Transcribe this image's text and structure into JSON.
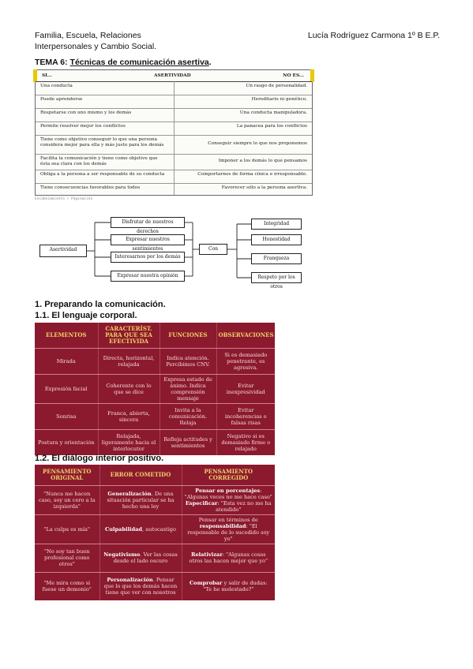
{
  "header": {
    "left_line1": "Familia, Escuela, Relaciones",
    "left_line2": "Interpersonales y Cambio Social.",
    "right": "Lucía Rodríguez Carmona 1º B E.P."
  },
  "tema": {
    "prefix": "TEMA 6: ",
    "title": "Técnicas de comunicación asertiva",
    "suffix": "."
  },
  "scan_table": {
    "headers": [
      "SI...",
      "ASERTIVIDAD",
      "NO ES..."
    ],
    "rows": [
      {
        "left": "Una conducta",
        "right": "Un rasgo de personalidad."
      },
      {
        "left": "Puede aprenderse",
        "right": "Hereditario ni genético."
      },
      {
        "left": "Respetarse con uno mismo y los demás",
        "right": "Una conducta manipuladora."
      },
      {
        "left": "Permite resolver mejor los conflictos",
        "right": "La panacea para los conflictos"
      },
      {
        "left": "Tiene como objetivo conseguir lo que una persona considera mejor para ella y más justo para los demás",
        "right": "Conseguir siempre lo que nos proponemos"
      },
      {
        "left": "Facilita la comunicación y tiene como objetivo que ésta sea clara con los demás",
        "right": "Imponer a los demás lo que pensamos"
      },
      {
        "left": "Obliga a la persona a ser responsable de su conducta",
        "right": "Comportarnos de forma cínica e irresponsable."
      },
      {
        "left": "Tiene consecuencias favorables para todos",
        "right": "Favorecer sólo a la persona asertiva."
      }
    ],
    "caption": "Encabezamiento / Paginación"
  },
  "diagram": {
    "root": "Asertividad",
    "branches": [
      "Disfrutar de nuestros derechos",
      "Expresar nuestros sentimientos",
      "Interesarnos por los demás",
      "Expresar nuestra opinión"
    ],
    "middle": "Con",
    "targets": [
      "Integridad",
      "Honestidad",
      "Franqueza",
      "Respeto por los otros"
    ]
  },
  "sections": {
    "s1": "1. Preparando la comunicación.",
    "s11": "1.1. El lenguaje corporal.",
    "s12": "1.2. El diálogo interior positivo."
  },
  "table_body": {
    "headers": [
      "ELEMENTOS",
      "CARACTERÍST. PARA QUE SEA EFECTIVIDA",
      "FUNCIONES",
      "OBSERVACIONES"
    ],
    "rows": [
      [
        "Mirada",
        "Directa, horizontal, relajada",
        "Indica atención. Percibimos CNV.",
        "Si es demasiado penetrante, es agresiva."
      ],
      [
        "Expresión facial",
        "Coherente con lo que se dice",
        "Expresa estado de ánimo. Indica comprensión mensaje",
        "Evitar inexpresividad"
      ],
      [
        "Sonrisa",
        "Franca, abierta, sincera",
        "Invita a la comunicación. Relaja",
        "Evitar incoherencias o falsas risas"
      ],
      [
        "Postura y orientación",
        "Relajada, ligeramente hacia el interlocutor",
        "Refleja actitudes y sentimientos",
        "Negativo si es demasiado firme o relajado"
      ]
    ]
  },
  "table_dialog": {
    "headers": [
      "PENSAMIENTO ORIGINAL",
      "ERROR COMETIDO",
      "PENSAMIENTO CORREGIDO"
    ],
    "rows": [
      {
        "original": "\"Nunca me hacen caso, soy un cero a la izquierda\"",
        "error_term": "Generalización",
        "error_text": ". De una situación particular se ha hecho una ley",
        "fix_t1": "Pensar en porcentajes",
        "fix_x1": ": \"Algunas veces no me hace caso\"",
        "fix_t2": "Especificar",
        "fix_x2": ": \"Esta vez no me ha atendido\""
      },
      {
        "original": "\"La culpa es mía\"",
        "error_term": "Culpabilidad",
        "error_text": ", autocastigo",
        "fix_x0": "Pensar en términos de ",
        "fix_t1": "responsabilidad",
        "fix_x1": ": \"El responsable de lo sucedido soy yo\""
      },
      {
        "original": "\"No soy tan buen profesional como otros\"",
        "error_term": "Negativismo",
        "error_text": ". Ver las cosas desde el lado oscuro",
        "fix_t1": "Relativizar",
        "fix_x1": ": \"Algunas cosas otros las hacen mejor que yo\""
      },
      {
        "original": "\"Me mira como si fuese un demonio\"",
        "error_term": "Personalización",
        "error_text": ". Pensar que lo que los demás hacen tiene que ver con nosotros",
        "fix_t1": "Comprobar",
        "fix_x1": " y salir de dudas: \"Te he molestado?\""
      }
    ]
  }
}
